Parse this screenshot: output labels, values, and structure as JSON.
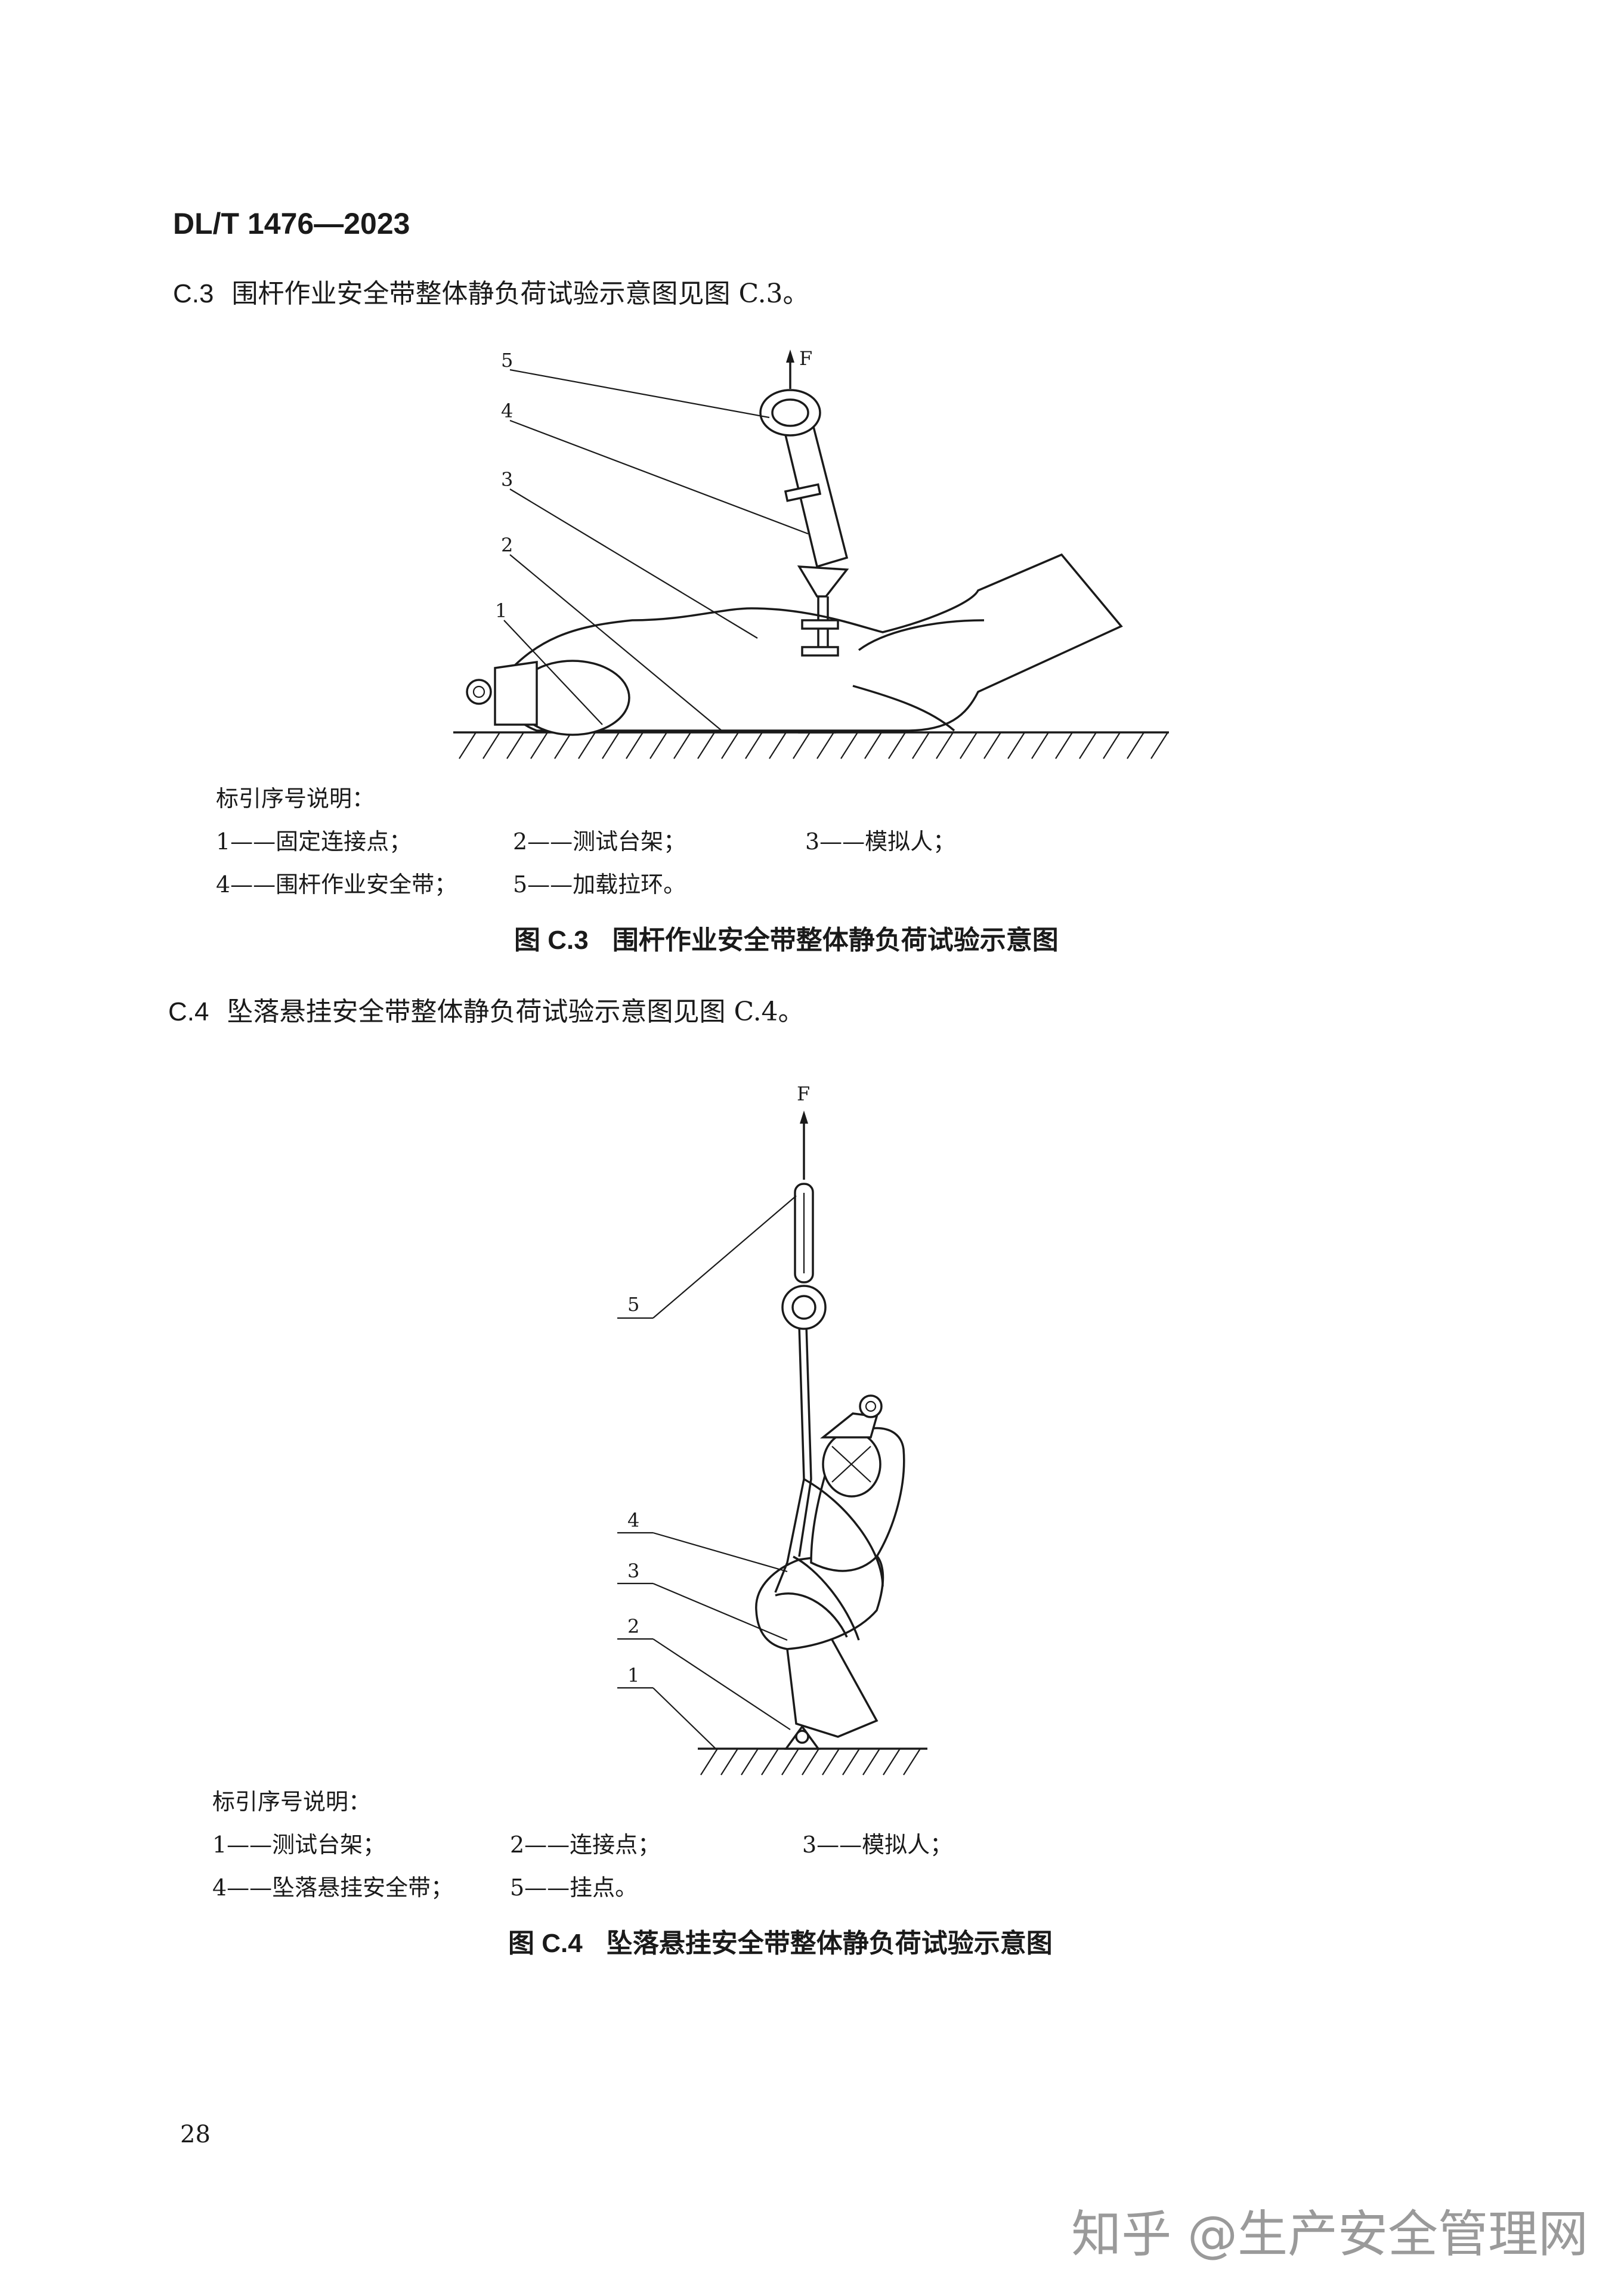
{
  "header": {
    "standard_number": "DL/T 1476—2023"
  },
  "section_c3": {
    "clause_number": "C.3",
    "clause_text": "围杆作业安全带整体静负荷试验示意图见图 C.3。",
    "figure": {
      "force_label": "F",
      "callouts": [
        "1",
        "2",
        "3",
        "4",
        "5"
      ],
      "legend_title": "标引序号说明：",
      "legend": [
        "1——固定连接点；",
        "2——测试台架；",
        "3——模拟人；",
        "4——围杆作业安全带；",
        "5——加载拉环。"
      ],
      "caption_number": "图 C.3",
      "caption_text": "围杆作业安全带整体静负荷试验示意图"
    }
  },
  "section_c4": {
    "clause_number": "C.4",
    "clause_text": "坠落悬挂安全带整体静负荷试验示意图见图 C.4。",
    "figure": {
      "force_label": "F",
      "callouts": [
        "1",
        "2",
        "3",
        "4",
        "5"
      ],
      "legend_title": "标引序号说明：",
      "legend": [
        "1——测试台架；",
        "2——连接点；",
        "3——模拟人；",
        "4——坠落悬挂安全带；",
        "5——挂点。"
      ],
      "caption_number": "图 C.4",
      "caption_text": "坠落悬挂安全带整体静负荷试验示意图"
    }
  },
  "footer": {
    "page_number": "28",
    "watermark": "知乎 @生产安全管理网"
  }
}
